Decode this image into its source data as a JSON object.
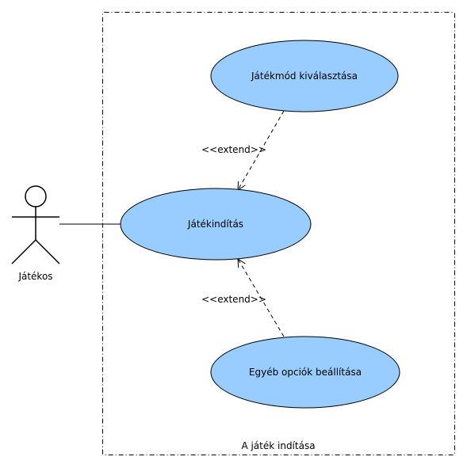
{
  "system": {
    "title": "A játék indítása"
  },
  "actor": {
    "label": "Játékos"
  },
  "use_cases": {
    "mode_select": "Játékmód kiválasztása",
    "start_game": "Játékindítás",
    "other_options": "Egyéb opciók beállítása"
  },
  "relations": {
    "extend_top": "<<extend>>",
    "extend_bottom": "<<extend>>"
  },
  "colors": {
    "use_case_fill": "#99ccff",
    "stroke": "#000000"
  }
}
